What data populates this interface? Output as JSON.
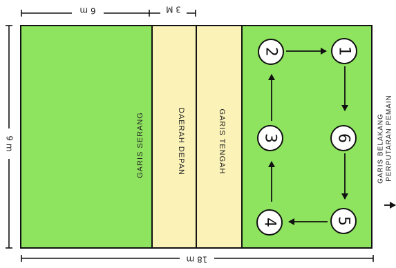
{
  "colors": {
    "court_green": "#8ee35f",
    "front_zone": "#fbf2b8",
    "line": "#111111",
    "background": "#ffffff"
  },
  "dimensions": {
    "top_left": "6 m",
    "top_right": "3 M",
    "left": "9 m",
    "bottom": "18 m"
  },
  "zone_labels": {
    "garis_serang": "GARIS SERANG",
    "daerah_depan": "DAERAH DEPAN",
    "garis_tengah": "GARIS TENGAH",
    "garis_belakang": "GARIS BELAKANG",
    "perputaran_pemain": "PERPUTARAN PEMAIN"
  },
  "positions": [
    {
      "label": "1"
    },
    {
      "label": "2"
    },
    {
      "label": "3"
    },
    {
      "label": "4"
    },
    {
      "label": "5"
    },
    {
      "label": "6"
    }
  ],
  "rotation_arrow_icon": "arrow-right-icon"
}
